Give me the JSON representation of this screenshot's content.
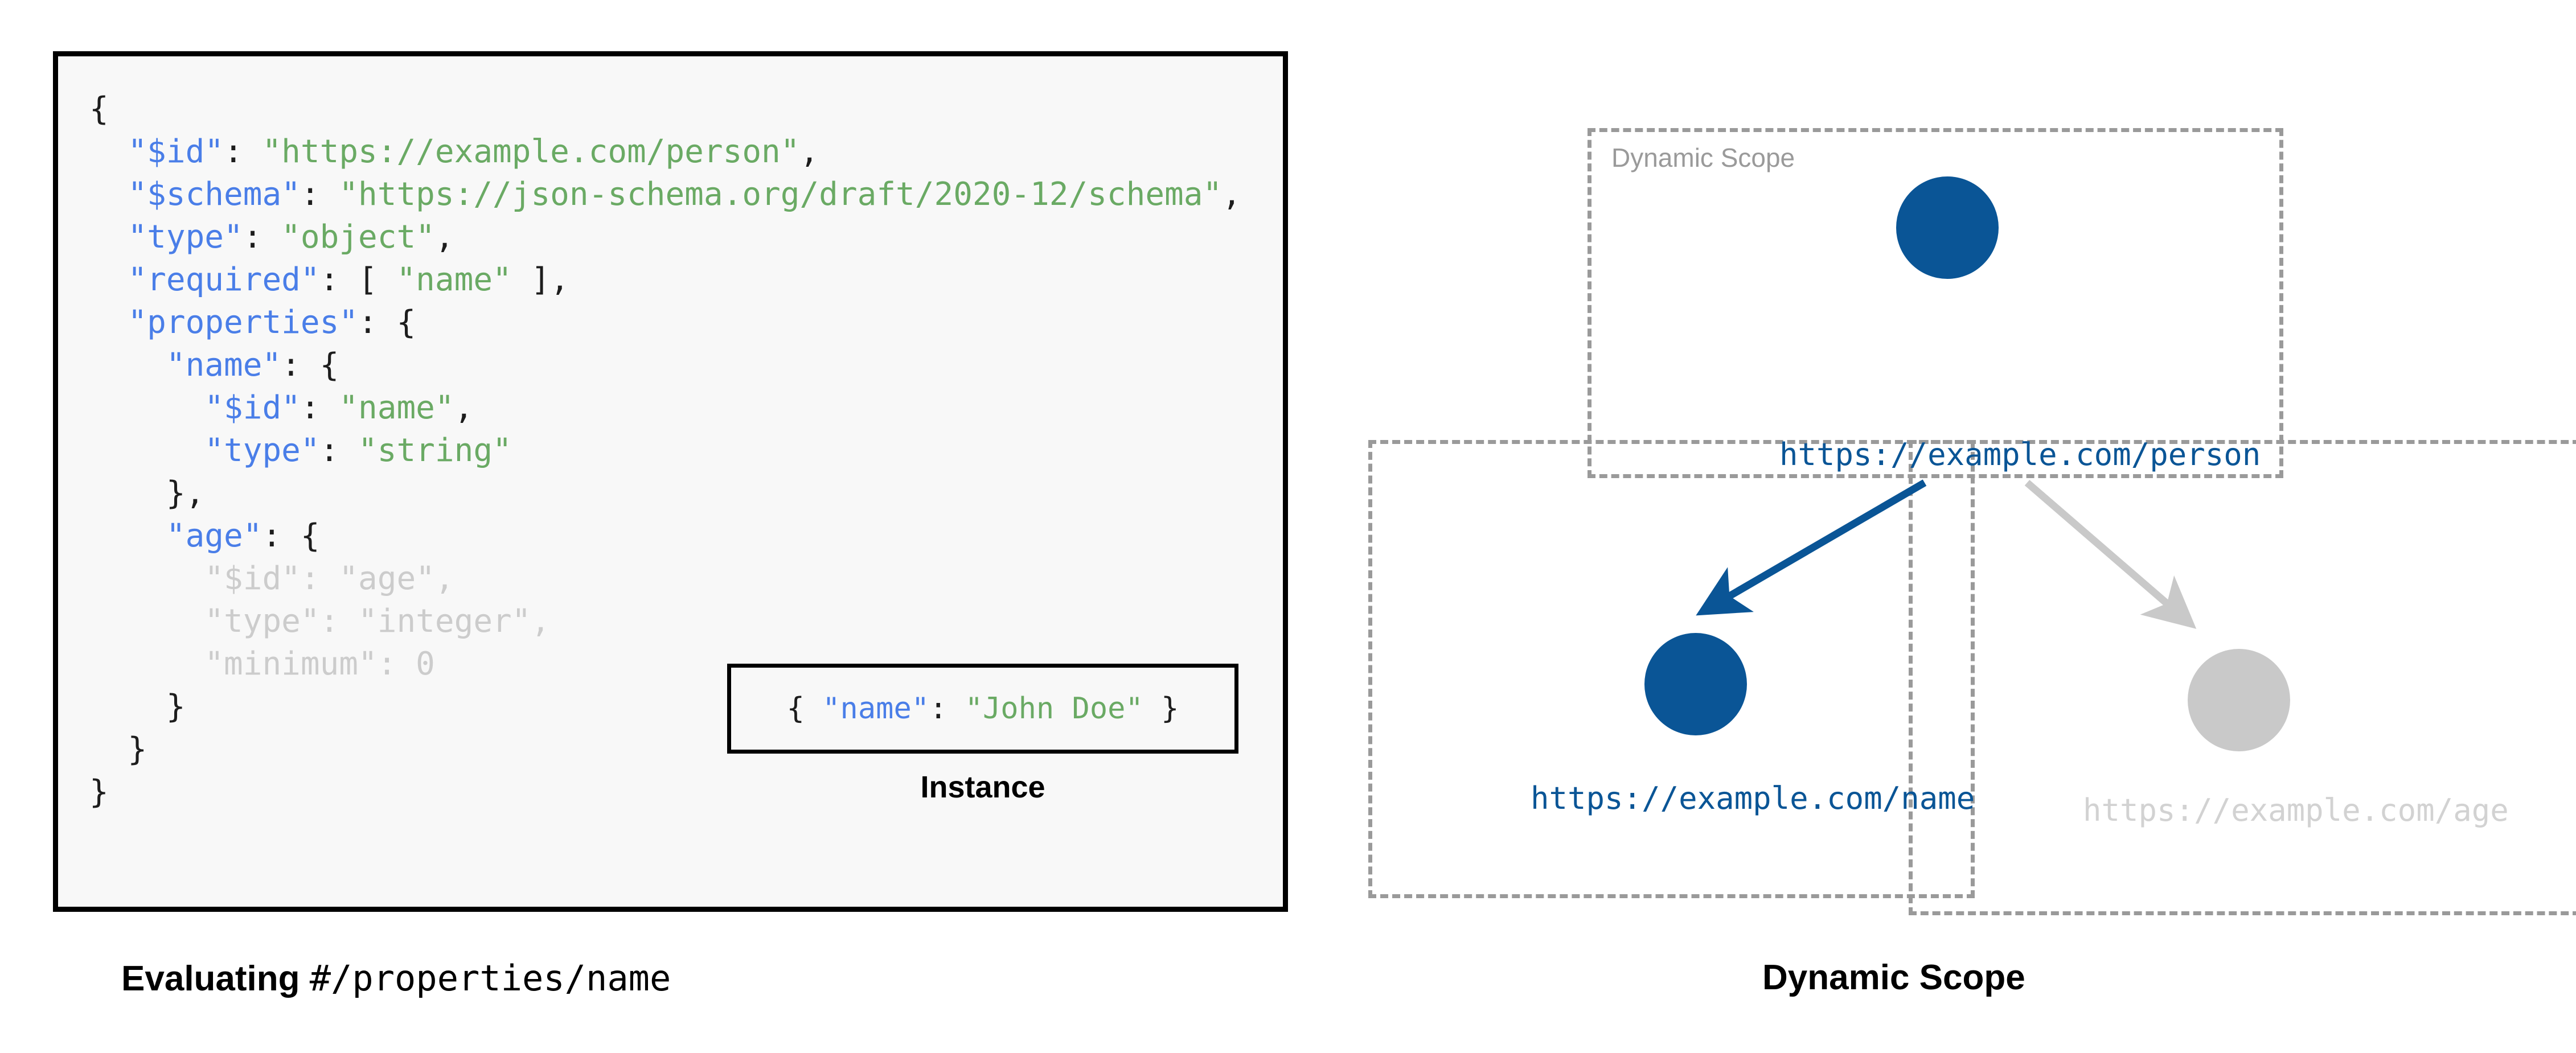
{
  "left_panel": {
    "code_lines": [
      [
        {
          "t": "{",
          "c": "punc"
        }
      ],
      [
        {
          "t": "  ",
          "c": "punc"
        },
        {
          "t": "\"$id\"",
          "c": "key"
        },
        {
          "t": ": ",
          "c": "punc"
        },
        {
          "t": "\"https://example.com/person\"",
          "c": "val"
        },
        {
          "t": ",",
          "c": "punc"
        }
      ],
      [
        {
          "t": "  ",
          "c": "punc"
        },
        {
          "t": "\"$schema\"",
          "c": "key"
        },
        {
          "t": ": ",
          "c": "punc"
        },
        {
          "t": "\"https://json-schema.org/draft/2020-12/schema\"",
          "c": "val"
        },
        {
          "t": ",",
          "c": "punc"
        }
      ],
      [
        {
          "t": "  ",
          "c": "punc"
        },
        {
          "t": "\"type\"",
          "c": "key"
        },
        {
          "t": ": ",
          "c": "punc"
        },
        {
          "t": "\"object\"",
          "c": "val"
        },
        {
          "t": ",",
          "c": "punc"
        }
      ],
      [
        {
          "t": "  ",
          "c": "punc"
        },
        {
          "t": "\"required\"",
          "c": "key"
        },
        {
          "t": ": [ ",
          "c": "punc"
        },
        {
          "t": "\"name\"",
          "c": "val"
        },
        {
          "t": " ],",
          "c": "punc"
        }
      ],
      [
        {
          "t": "  ",
          "c": "punc"
        },
        {
          "t": "\"properties\"",
          "c": "key"
        },
        {
          "t": ": {",
          "c": "punc"
        }
      ],
      [
        {
          "t": "    ",
          "c": "punc"
        },
        {
          "t": "\"name\"",
          "c": "key"
        },
        {
          "t": ": {",
          "c": "punc"
        }
      ],
      [
        {
          "t": "      ",
          "c": "punc"
        },
        {
          "t": "\"$id\"",
          "c": "key"
        },
        {
          "t": ": ",
          "c": "punc"
        },
        {
          "t": "\"name\"",
          "c": "val"
        },
        {
          "t": ",",
          "c": "punc"
        }
      ],
      [
        {
          "t": "      ",
          "c": "punc"
        },
        {
          "t": "\"type\"",
          "c": "key"
        },
        {
          "t": ": ",
          "c": "punc"
        },
        {
          "t": "\"string\"",
          "c": "val"
        }
      ],
      [
        {
          "t": "    },",
          "c": "punc"
        }
      ],
      [
        {
          "t": "    ",
          "c": "punc"
        },
        {
          "t": "\"age\"",
          "c": "key"
        },
        {
          "t": ": {",
          "c": "punc"
        }
      ],
      [
        {
          "t": "      ",
          "c": "dim"
        },
        {
          "t": "\"$id\"",
          "c": "dim"
        },
        {
          "t": ": ",
          "c": "dim"
        },
        {
          "t": "\"age\"",
          "c": "dim"
        },
        {
          "t": ",",
          "c": "dim"
        }
      ],
      [
        {
          "t": "      ",
          "c": "dim"
        },
        {
          "t": "\"type\"",
          "c": "dim"
        },
        {
          "t": ": ",
          "c": "dim"
        },
        {
          "t": "\"integer\"",
          "c": "dim"
        },
        {
          "t": ",",
          "c": "dim"
        }
      ],
      [
        {
          "t": "      ",
          "c": "dim"
        },
        {
          "t": "\"minimum\"",
          "c": "dim"
        },
        {
          "t": ": ",
          "c": "dim"
        },
        {
          "t": "0",
          "c": "dim"
        }
      ],
      [
        {
          "t": "    }",
          "c": "punc"
        }
      ],
      [
        {
          "t": "  }",
          "c": "punc"
        }
      ],
      [
        {
          "t": "}",
          "c": "punc"
        }
      ]
    ],
    "instance": {
      "code_parts": [
        {
          "t": "{ ",
          "c": "punc"
        },
        {
          "t": "\"name\"",
          "c": "key"
        },
        {
          "t": ": ",
          "c": "punc"
        },
        {
          "t": "\"John Doe\"",
          "c": "val"
        },
        {
          "t": " }",
          "c": "punc"
        }
      ],
      "label": "Instance"
    },
    "caption_bold": "Evaluating ",
    "caption_mono": "#/properties/name"
  },
  "right_panel": {
    "caption": "Dynamic Scope",
    "scope_top_label": "Dynamic Scope",
    "nodes": [
      {
        "id": "person",
        "label": "https://example.com/person",
        "state": "active"
      },
      {
        "id": "name",
        "label": "https://example.com/name",
        "state": "active"
      },
      {
        "id": "age",
        "label": "https://example.com/age",
        "state": "inactive"
      }
    ],
    "edges": [
      {
        "from": "person",
        "to": "name",
        "state": "active"
      },
      {
        "from": "person",
        "to": "age",
        "state": "inactive"
      }
    ]
  },
  "colors": {
    "accent_blue": "#0a5596",
    "inactive_grey": "#c9c9c9",
    "label_inactive_grey": "#d2d2d2",
    "dashed_border_grey": "#9a9a9a",
    "syntax_key_blue": "#4a7ee8",
    "syntax_value_green": "#6aaa64",
    "syntax_dim_grey": "#cccccc",
    "card_background": "#f8f8f8",
    "card_border": "#000000"
  }
}
